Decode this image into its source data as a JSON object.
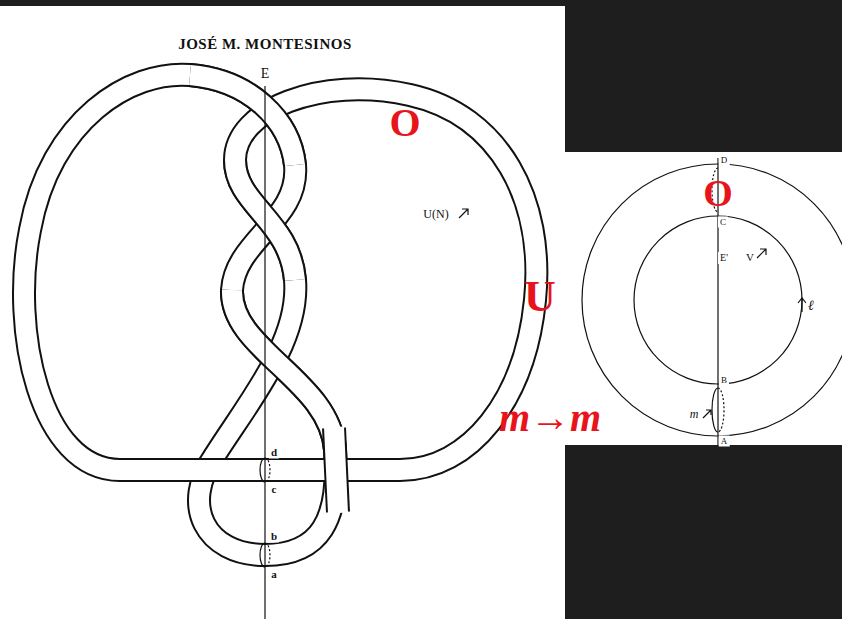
{
  "diagram": {
    "labels": [
      "JOSÉ M. MONTESINOS",
      "E",
      "U(N)",
      "d",
      "c",
      "b",
      "a",
      "O",
      "U",
      "m→m",
      "D",
      "C",
      "E'",
      "V",
      "ℓ",
      "m",
      "B",
      "A",
      "O"
    ]
  }
}
